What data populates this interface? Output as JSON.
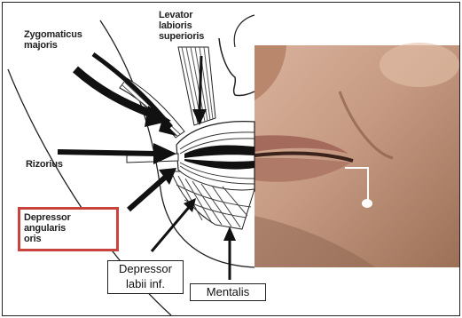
{
  "labels": {
    "zygomaticus": [
      "Zygomaticus",
      "majoris"
    ],
    "levator": [
      "Levator",
      "labioris",
      "superioris"
    ],
    "rizorius": "Rizorius",
    "depressor_anguli": [
      "Depressor",
      "angularis",
      "oris"
    ],
    "depressor_labii": [
      "Depressor",
      "labii inf."
    ],
    "mentalis": "Mentalis"
  },
  "colors": {
    "highlight_border": "#c8423e",
    "skin": "#c89a80",
    "line": "#222222"
  }
}
